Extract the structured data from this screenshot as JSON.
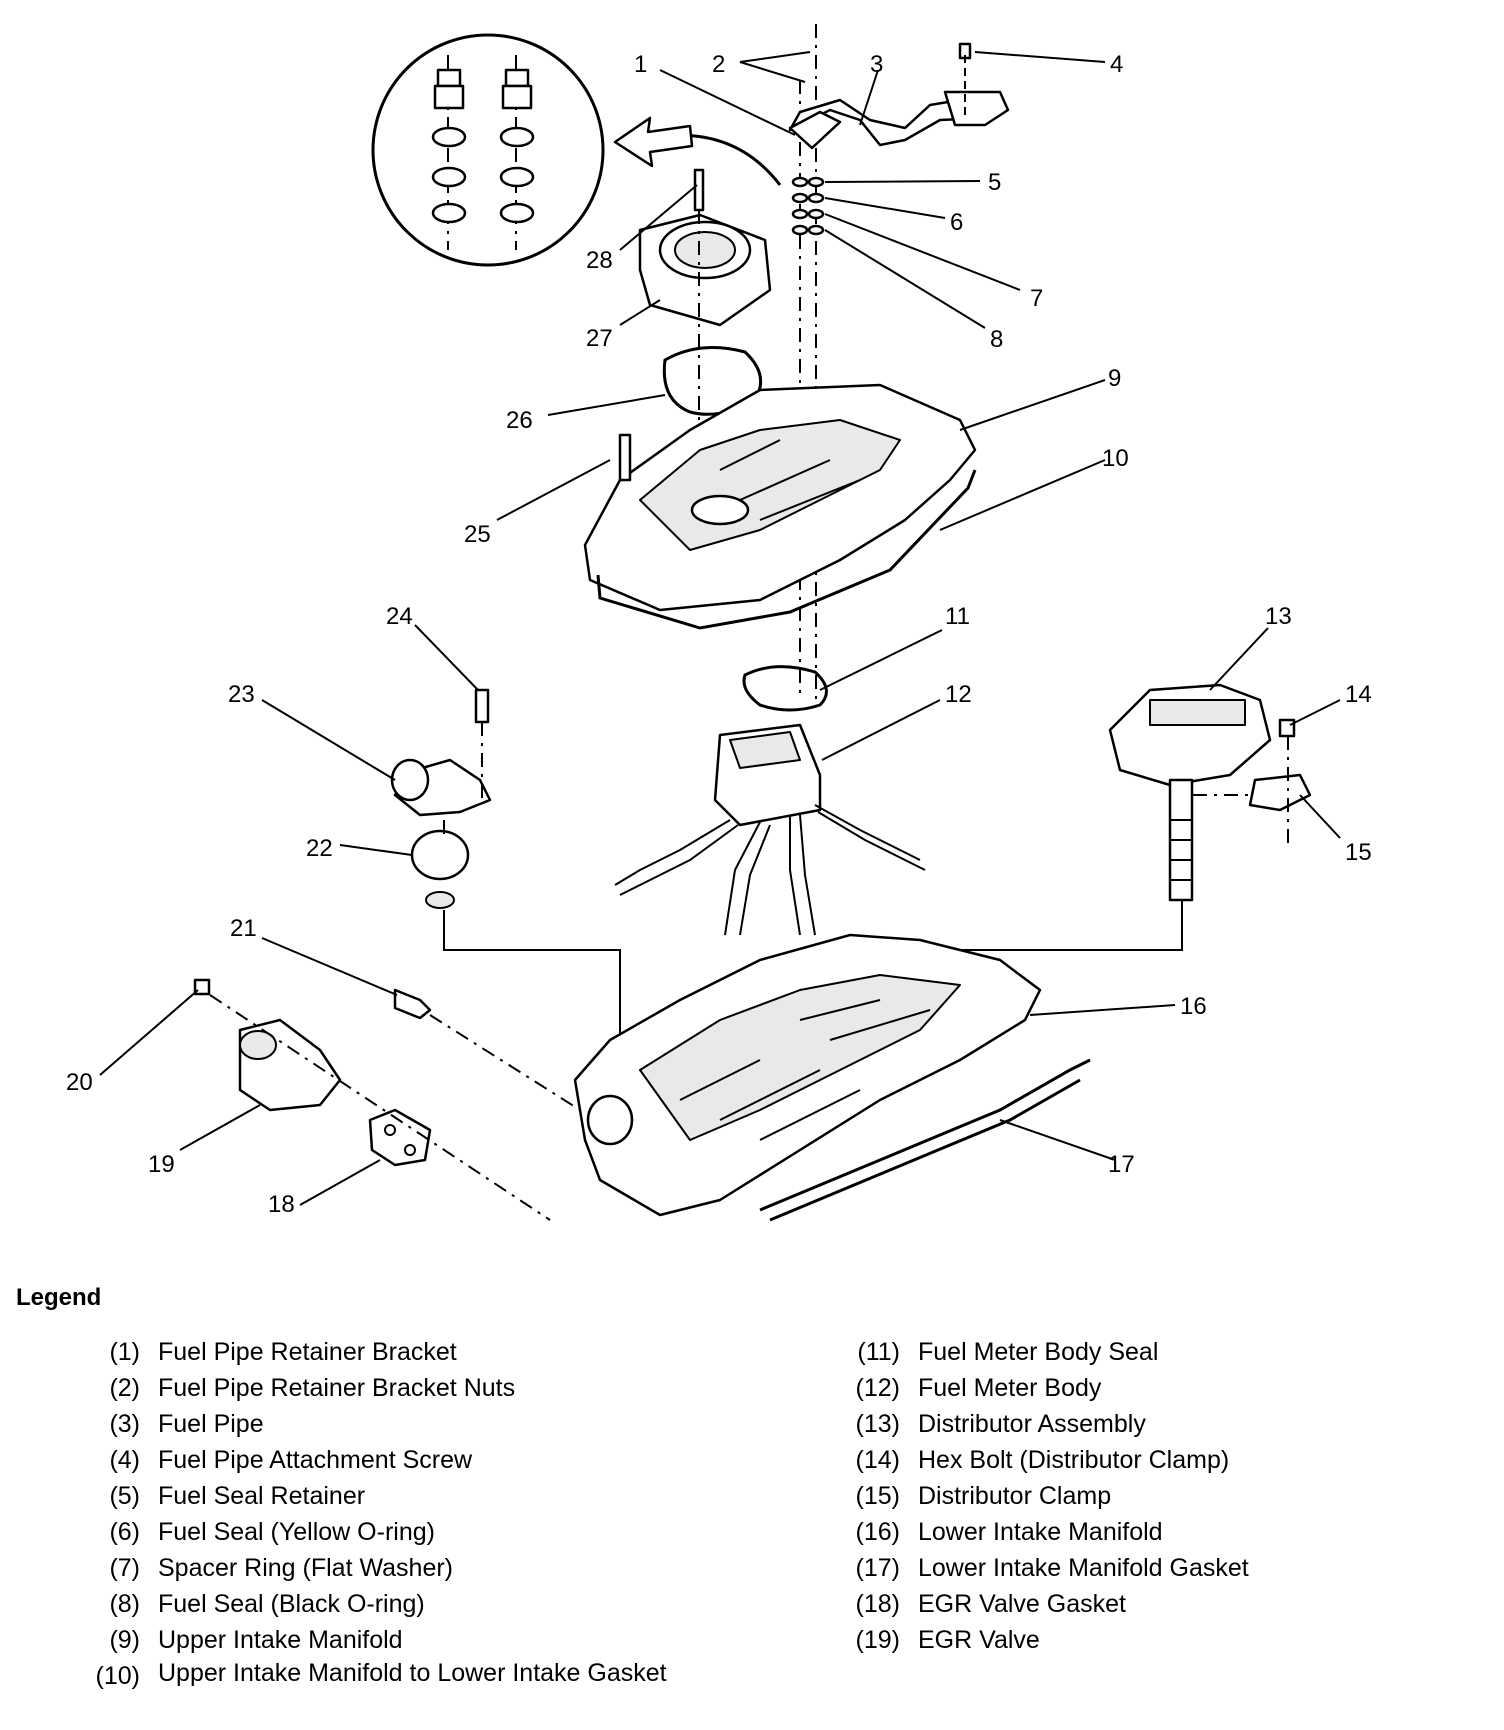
{
  "callouts": [
    {
      "num": "1"
    },
    {
      "num": "2"
    },
    {
      "num": "3"
    },
    {
      "num": "4"
    },
    {
      "num": "5"
    },
    {
      "num": "6"
    },
    {
      "num": "7"
    },
    {
      "num": "8"
    },
    {
      "num": "9"
    },
    {
      "num": "10"
    },
    {
      "num": "11"
    },
    {
      "num": "12"
    },
    {
      "num": "13"
    },
    {
      "num": "14"
    },
    {
      "num": "15"
    },
    {
      "num": "16"
    },
    {
      "num": "17"
    },
    {
      "num": "18"
    },
    {
      "num": "19"
    },
    {
      "num": "20"
    },
    {
      "num": "21"
    },
    {
      "num": "22"
    },
    {
      "num": "23"
    },
    {
      "num": "24"
    },
    {
      "num": "25"
    },
    {
      "num": "26"
    },
    {
      "num": "27"
    },
    {
      "num": "28"
    }
  ],
  "legend": {
    "title": "Legend",
    "items": [
      {
        "num": "(1)",
        "label": "Fuel Pipe Retainer Bracket"
      },
      {
        "num": "(2)",
        "label": "Fuel Pipe Retainer Bracket Nuts"
      },
      {
        "num": "(3)",
        "label": "Fuel Pipe"
      },
      {
        "num": "(4)",
        "label": "Fuel Pipe Attachment Screw"
      },
      {
        "num": "(5)",
        "label": "Fuel Seal Retainer"
      },
      {
        "num": "(6)",
        "label": "Fuel Seal (Yellow O-ring)"
      },
      {
        "num": "(7)",
        "label": "Spacer Ring (Flat Washer)"
      },
      {
        "num": "(8)",
        "label": "Fuel Seal (Black O-ring)"
      },
      {
        "num": "(9)",
        "label": "Upper Intake Manifold"
      },
      {
        "num": "(10)",
        "label": "Upper Intake Manifold to Lower Intake Gasket"
      },
      {
        "num": "(11)",
        "label": "Fuel Meter Body Seal"
      },
      {
        "num": "(12)",
        "label": "Fuel Meter Body"
      },
      {
        "num": "(13)",
        "label": "Distributor Assembly"
      },
      {
        "num": "(14)",
        "label": "Hex Bolt (Distributor Clamp)"
      },
      {
        "num": "(15)",
        "label": "Distributor Clamp"
      },
      {
        "num": "(16)",
        "label": "Lower Intake Manifold"
      },
      {
        "num": "(17)",
        "label": "Lower Intake Manifold Gasket"
      },
      {
        "num": "(18)",
        "label": "EGR Valve Gasket"
      },
      {
        "num": "(19)",
        "label": "EGR Valve"
      }
    ]
  }
}
